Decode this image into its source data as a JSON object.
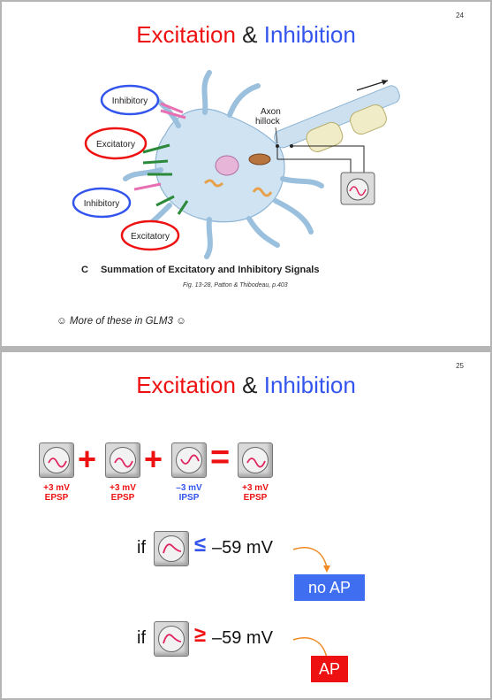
{
  "slide1": {
    "number": "24",
    "title": {
      "excitation": "Excitation",
      "amp": "&",
      "inhibition": "Inhibition"
    },
    "labels": [
      {
        "text": "Inhibitory",
        "type": "inhibitory"
      },
      {
        "text": "Excitatory",
        "type": "excitatory"
      },
      {
        "text": "Inhibitory",
        "type": "inhibitory"
      },
      {
        "text": "Excitatory",
        "type": "excitatory"
      }
    ],
    "axon_hillock": [
      "Axon",
      "hillock"
    ],
    "caption_letter": "C",
    "caption": "Summation of Excitatory and Inhibitory Signals",
    "fig_credit": "Fig. 13-28, Patton & Thibodeau, p.403",
    "note": "☺ More of these in GLM3 ☺"
  },
  "slide2": {
    "number": "25",
    "title": {
      "excitation": "Excitation",
      "amp": "&",
      "inhibition": "Inhibition"
    },
    "terms": [
      {
        "value": "+3 mV",
        "kind": "EPSP"
      },
      {
        "value": "+3 mV",
        "kind": "EPSP"
      },
      {
        "value": "–3 mV",
        "kind": "IPSP"
      },
      {
        "value": "+3 mV",
        "kind": "EPSP"
      }
    ],
    "conditions": [
      {
        "if": "if",
        "symbol": "≤",
        "threshold": "–59 mV",
        "result": "no AP",
        "result_color": "#3f6ff0"
      },
      {
        "if": "if",
        "symbol": "≥",
        "threshold": "–59 mV",
        "result": "AP",
        "result_color": "#ee1111"
      }
    ]
  }
}
